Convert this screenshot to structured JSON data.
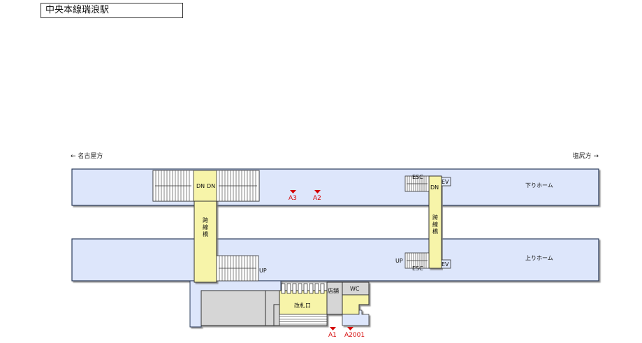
{
  "title": "中央本線瑞浪駅",
  "directions": {
    "left": "← 名古屋方",
    "right": "塩尻方 →"
  },
  "platforms": {
    "down": "下りホーム",
    "up": "上りホーム"
  },
  "bridge": {
    "left": "跨線橋",
    "right": "跨線橋"
  },
  "stair_labels": {
    "dn": "DN",
    "up": "UP"
  },
  "escalator_label": "ESC",
  "elevator_label": "EV",
  "ticket_gate": "改札口",
  "shop": "店舗",
  "toilet": "WC",
  "exits": [
    "A3",
    "A2",
    "A1",
    "A2001"
  ],
  "colors": {
    "platform": "#dde6fb",
    "walkway": "#f7f4a9",
    "building": "#d6d6d6",
    "exit_marker": "#d40000"
  }
}
